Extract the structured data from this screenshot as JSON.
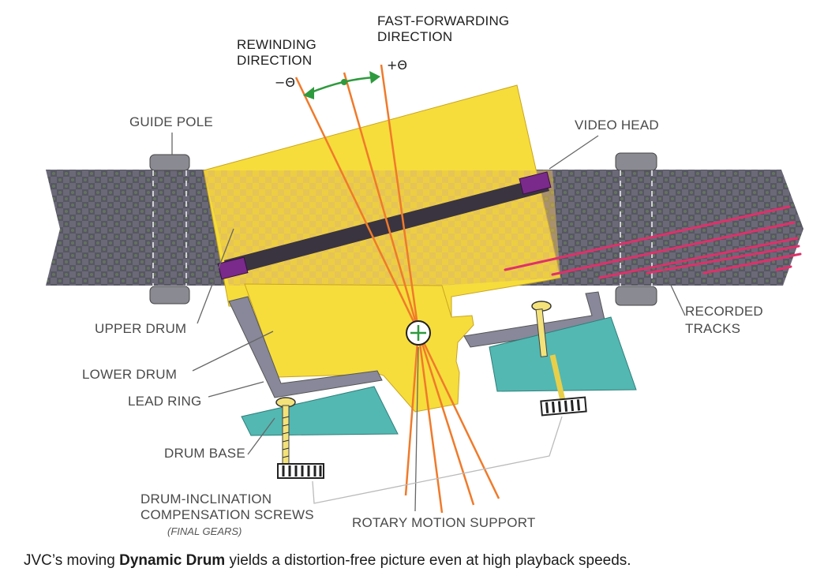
{
  "labels": {
    "rewinding": [
      "REWINDING",
      "DIRECTION"
    ],
    "fast_forwarding": [
      "FAST-FORWARDING",
      "DIRECTION"
    ],
    "minus_theta": "−Θ",
    "plus_theta": "+Θ",
    "guide_pole": "GUIDE POLE",
    "video_head": "VIDEO HEAD",
    "upper_drum": "UPPER DRUM",
    "lower_drum": "LOWER DRUM",
    "lead_ring": "LEAD RING",
    "drum_base": "DRUM BASE",
    "recorded_tracks": [
      "RECORDED",
      "TRACKS"
    ],
    "screws": [
      "DRUM-INCLINATION",
      "COMPENSATION SCREWS"
    ],
    "final_gears": "(FINAL GEARS)",
    "rotary_support": "ROTARY MOTION SUPPORT"
  },
  "caption": {
    "part1": "JVC’s moving ",
    "part2": "Dynamic Drum",
    "part3": " yields a distortion-free picture even at high playback speeds."
  },
  "colors": {
    "tape": "#5a5a66",
    "drum": "#f6dd3b",
    "base": "#53b8b2",
    "head": "#7a2a8a",
    "angle_lines": "#f07a2a",
    "arrow": "#2e9a3e",
    "tracks": "#e0306a"
  }
}
